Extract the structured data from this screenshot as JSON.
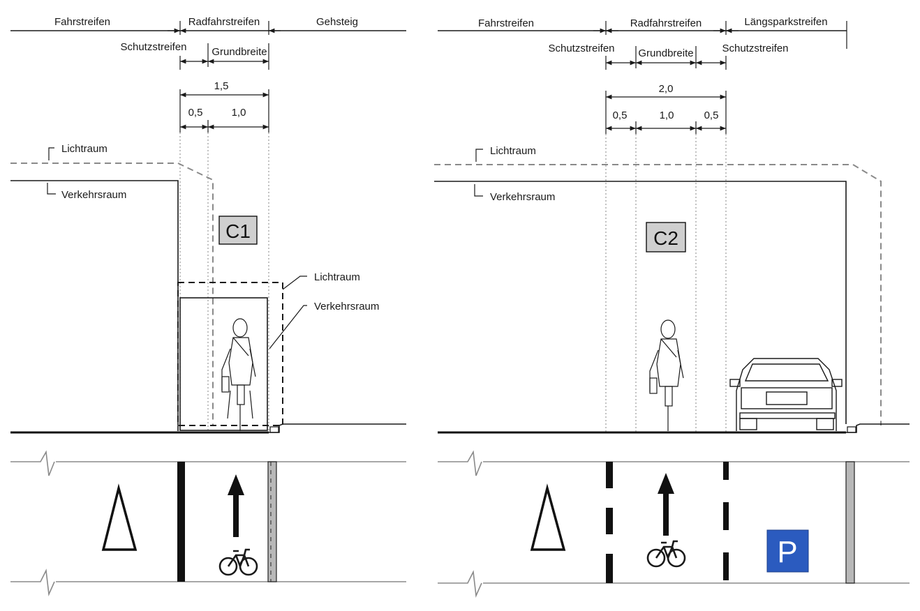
{
  "left": {
    "zones": [
      "Fahrstreifen",
      "Radfahrstreifen",
      "Gehsteig"
    ],
    "sub_labels": [
      "Schutzstreifen",
      "Grundbreite"
    ],
    "total_width": "1,5",
    "part_widths": [
      "0,5",
      "1,0"
    ],
    "clearance_labels": [
      "Lichtraum",
      "Verkehrsraum"
    ],
    "class": "C1",
    "inner_labels": [
      "Lichtraum",
      "Verkehrsraum"
    ]
  },
  "right": {
    "zones": [
      "Fahrstreifen",
      "Radfahrstreifen",
      "Längsparkstreifen"
    ],
    "sub_labels": [
      "Schutzstreifen",
      "Grundbreite",
      "Schutzstreifen"
    ],
    "total_width": "2,0",
    "part_widths": [
      "0,5",
      "1,0",
      "0,5"
    ],
    "clearance_labels": [
      "Lichtraum",
      "Verkehrsraum"
    ],
    "class": "C2",
    "parking_sign": "P"
  },
  "colors": {
    "parking_sign": "#2b5bbf",
    "class_box": "#cfcfcf"
  }
}
